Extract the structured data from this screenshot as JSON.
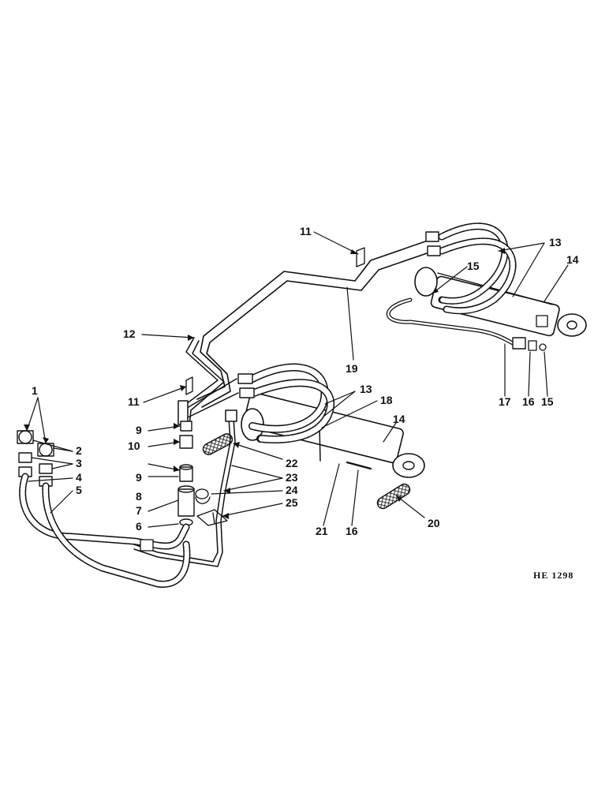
{
  "drawing_ref": "HE 1298",
  "callouts": {
    "c1": "1",
    "c2": "2",
    "c3": "3",
    "c4": "4",
    "c5": "5",
    "c6": "6",
    "c7": "7",
    "c8": "8",
    "c9a": "9",
    "c9b": "9",
    "c10": "10",
    "c11a": "11",
    "c11b": "11",
    "c12": "12",
    "c13a": "13",
    "c13b": "13",
    "c14a": "14",
    "c14b": "14",
    "c15a": "15",
    "c15b": "15",
    "c16a": "16",
    "c16b": "16",
    "c17": "17",
    "c18": "18",
    "c19": "19",
    "c20": "20",
    "c21": "21",
    "c22": "22",
    "c23": "23",
    "c24": "24",
    "c25": "25"
  }
}
